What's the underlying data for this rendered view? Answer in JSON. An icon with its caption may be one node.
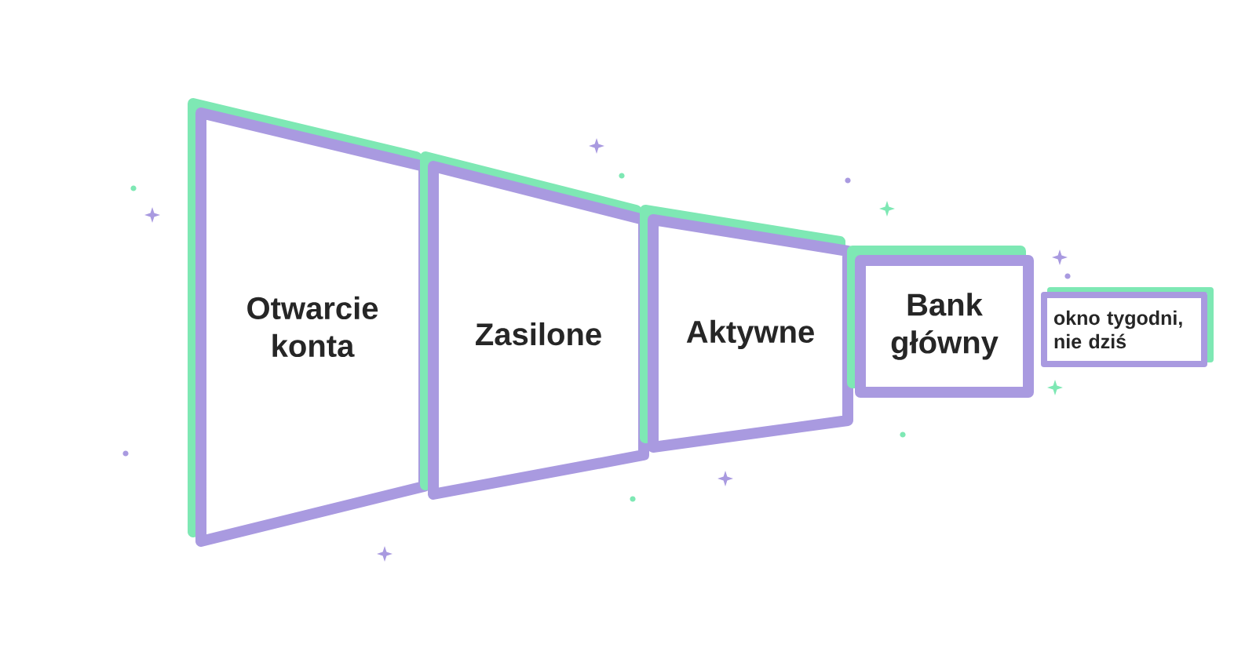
{
  "diagram": {
    "nodes": [
      {
        "text": [
          "Otwarcie konta"
        ]
      },
      {
        "text": [
          "Zasilone"
        ]
      },
      {
        "text": [
          "Aktywne"
        ]
      },
      {
        "text": [
          "Bank główny"
        ]
      },
      {
        "text": [
          "okno tygodni, nie dziś"
        ]
      }
    ]
  }
}
